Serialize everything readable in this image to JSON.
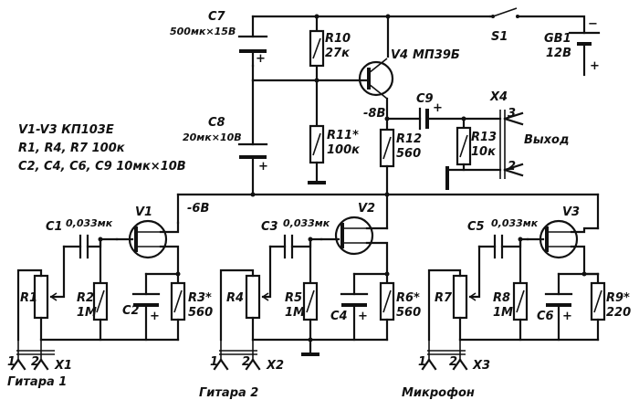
{
  "components": {
    "C7": {
      "ref": "C7",
      "value": "500мк×15В"
    },
    "R10": {
      "ref": "R10",
      "value": "27к"
    },
    "V4": {
      "ref": "V4",
      "value": "МП39Б"
    },
    "S1": {
      "ref": "S1"
    },
    "GB1": {
      "ref": "GB1",
      "value": "12В"
    },
    "C8": {
      "ref": "C8",
      "value": "20мк×10В"
    },
    "R11": {
      "ref": "R11*",
      "value": "100к"
    },
    "R12": {
      "ref": "R12",
      "value": "560"
    },
    "C9": {
      "ref": "C9"
    },
    "R13": {
      "ref": "R13",
      "value": "10к"
    },
    "X4": {
      "ref": "X4",
      "label": "Выход",
      "pin3": "3",
      "pin2": "2"
    },
    "V1": {
      "ref": "V1"
    },
    "V2": {
      "ref": "V2"
    },
    "V3": {
      "ref": "V3"
    },
    "C1": {
      "ref": "C1",
      "value": "0,033мк"
    },
    "C3": {
      "ref": "C3",
      "value": "0,033мк"
    },
    "C5": {
      "ref": "C5",
      "value": "0,033мк"
    },
    "R1": {
      "ref": "R1"
    },
    "R2": {
      "ref": "R2",
      "value": "1М"
    },
    "C2": {
      "ref": "C2"
    },
    "R3": {
      "ref": "R3*",
      "value": "560"
    },
    "R4": {
      "ref": "R4"
    },
    "R5": {
      "ref": "R5",
      "value": "1М"
    },
    "C4": {
      "ref": "C4"
    },
    "R6": {
      "ref": "R6*",
      "value": "560"
    },
    "R7": {
      "ref": "R7"
    },
    "R8": {
      "ref": "R8",
      "value": "1М"
    },
    "C6": {
      "ref": "C6"
    },
    "R9": {
      "ref": "R9*",
      "value": "220"
    },
    "X1": {
      "ref": "X1",
      "label": "Гитара 1",
      "pin1": "1",
      "pin2": "2"
    },
    "X2": {
      "ref": "X2",
      "label": "Гитара 2",
      "pin1": "1",
      "pin2": "2"
    },
    "X3": {
      "ref": "X3",
      "label": "Микрофон",
      "pin1": "1",
      "pin2": "2"
    }
  },
  "voltages": {
    "v_minus8": "-8В",
    "v_minus6": "-6В"
  },
  "notes": [
    "V1-V3   КП103Е",
    "R1, R4, R7   100к",
    "C2, C4, C6, C9   10мк×10В"
  ],
  "polarity": {
    "plus": "+",
    "minus": "−"
  }
}
